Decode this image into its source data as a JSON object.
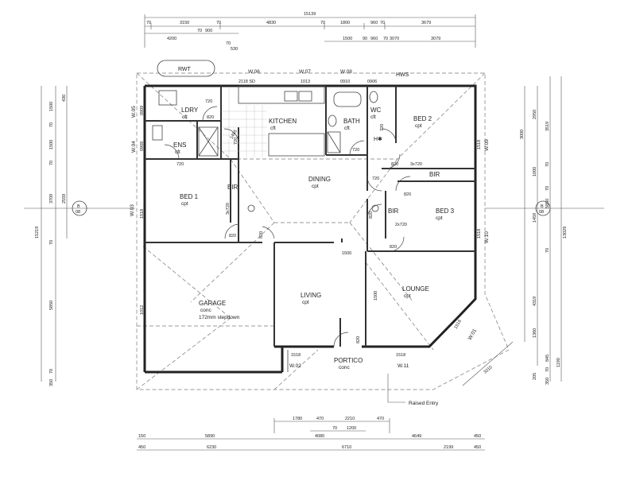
{
  "rooms": {
    "rwt": "RWT",
    "hws": "HWS",
    "ldry": "LDRY",
    "ldry_sub": "cft",
    "kitchen": "KITCHEN",
    "kitchen_sub": "cft",
    "bath": "BATH",
    "bath_sub": "cft",
    "wc": "WC",
    "wc_sub": "cft",
    "bed2": "BED 2",
    "bed2_sub": "cpt",
    "ens": "ENS",
    "ens_sub": "cft",
    "bed1": "BED 1",
    "bed1_sub": "cpt",
    "bir1": "BIR",
    "dining": "DINING",
    "dining_sub": "cpt",
    "bir2": "BIR",
    "bir3": "BIR",
    "bed3": "BED 3",
    "bed3_sub": "cpt",
    "garage": "GARAGE",
    "garage_sub": "conc",
    "garage_note": "172mm stepdown",
    "living": "LIVING",
    "living_sub": "cpt",
    "lounge": "LOUNGE",
    "lounge_sub": "cpt",
    "portico": "PORTICO",
    "portico_sub": "conc",
    "raised_entry": "Raised Entry",
    "h_mark": "H✱"
  },
  "windows": {
    "w06": "W.06",
    "w07": "W.07",
    "w08": "W.08",
    "w05": "W.05",
    "w04": "W.04",
    "w03": "W.03",
    "w09": "W.09",
    "w10": "W.10",
    "w01": "W.01",
    "w02": "W.02",
    "w11": "W.11"
  },
  "sections": {
    "b_left": "B",
    "b_left_num": "08",
    "b_right": "B",
    "b_right_num": "08"
  },
  "dims_top": {
    "overall": "15139",
    "r1": [
      "3150",
      "4830",
      "1800",
      "960",
      "3679"
    ],
    "r1_small": [
      "70",
      "70",
      "70",
      "70"
    ],
    "r2": [
      "4200",
      "70",
      "900",
      "70",
      "530"
    ],
    "r3": [
      "1500",
      "90",
      "960",
      "70",
      "3070",
      "3079"
    ],
    "wall_labels": [
      "2118 SD",
      "1013",
      "0910",
      "0906"
    ]
  },
  "dims_bottom": {
    "r1": [
      "1780",
      "470",
      "2210",
      "470"
    ],
    "r1b": [
      "70",
      "1200"
    ],
    "r2": [
      "150",
      "5890",
      "4080",
      "4649",
      "450"
    ],
    "r3": [
      "450",
      "6230",
      "6710",
      "2199",
      "450"
    ]
  },
  "dims_left": {
    "overall": "15219",
    "a": [
      "1500",
      "430",
      "70",
      "1500",
      "70",
      "3709",
      "2559",
      "70",
      "5850",
      "70",
      "350"
    ],
    "c": [
      "1518"
    ]
  },
  "dims_right": {
    "overall": "13029",
    "a": [
      "3000",
      "2950",
      "3519",
      "70",
      "1000",
      "70",
      "5850",
      "1459",
      "4319",
      "70",
      "1360",
      "1190",
      "845",
      "70",
      "350",
      "205"
    ],
    "diag": "3210"
  },
  "internal": {
    "d720a": "720",
    "d820a": "820",
    "d1485": "1485",
    "d720b": "720",
    "d720c": "720",
    "d720d": "720",
    "d3x720a": "3x720",
    "d820b": "820",
    "d820c": "820",
    "d3x720b": "3x720",
    "d720e": "720",
    "d820d": "820",
    "d2x720": "2x720",
    "d820e": "820",
    "d820f": "820",
    "d1500": "1500",
    "d1500v": "1500",
    "d1012": "1012",
    "d1518a": "1518",
    "d1518b": "1518",
    "d1518c": "1518",
    "d1518d": "1518",
    "d1518e": "1518",
    "d820g": "820",
    "w05a": "0909",
    "w04a": "0909",
    "w09a": "1518"
  }
}
